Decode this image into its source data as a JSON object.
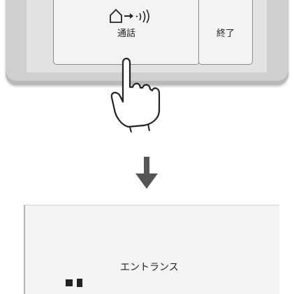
{
  "call_button": {
    "icon": "house-to-speaker-icon",
    "label": "通話"
  },
  "end_button": {
    "label": "終了"
  },
  "pointer": {
    "icon": "pointing-hand-icon"
  },
  "transition": {
    "icon": "arrow-down-icon"
  },
  "result_screen": {
    "location_label": "エントランス",
    "status_icon": "speaker-icon"
  }
}
